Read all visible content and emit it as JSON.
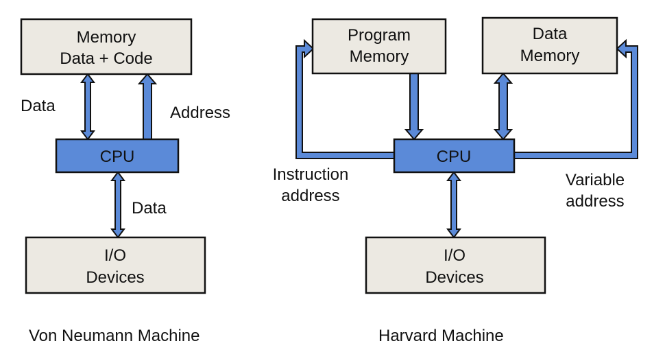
{
  "colors": {
    "memory_box_fill": "#ece9e2",
    "cpu_fill": "#5b8ad8",
    "arrow_fill": "#5b8ad8",
    "outline": "#111111",
    "text": "#111111"
  },
  "von_neumann": {
    "caption": "Von Neumann Machine",
    "memory": {
      "line1": "Memory",
      "line2": "Data + Code"
    },
    "cpu": {
      "label": "CPU"
    },
    "io": {
      "line1": "I/O",
      "line2": "Devices"
    },
    "labels": {
      "memory_data": "Data",
      "address": "Address",
      "io_data": "Data"
    },
    "connections": [
      {
        "from": "CPU",
        "to": "Memory",
        "kind": "bidirectional",
        "label": "Data"
      },
      {
        "from": "CPU",
        "to": "Memory",
        "kind": "unidirectional",
        "label": "Address"
      },
      {
        "from": "CPU",
        "to": "I/O Devices",
        "kind": "bidirectional",
        "label": "Data"
      }
    ]
  },
  "harvard": {
    "caption": "Harvard Machine",
    "program_memory": {
      "line1": "Program",
      "line2": "Memory"
    },
    "data_memory": {
      "line1": "Data",
      "line2": "Memory"
    },
    "cpu": {
      "label": "CPU"
    },
    "io": {
      "line1": "I/O",
      "line2": "Devices"
    },
    "labels": {
      "instruction_address_1": "Instruction",
      "instruction_address_2": "address",
      "variable_address_1": "Variable",
      "variable_address_2": "address"
    },
    "connections": [
      {
        "from": "Program Memory",
        "to": "CPU",
        "kind": "unidirectional"
      },
      {
        "from": "CPU",
        "to": "Program Memory",
        "kind": "unidirectional",
        "label": "Instruction address"
      },
      {
        "from": "CPU",
        "to": "Data Memory",
        "kind": "bidirectional"
      },
      {
        "from": "CPU",
        "to": "Data Memory",
        "kind": "unidirectional",
        "label": "Variable address"
      },
      {
        "from": "CPU",
        "to": "I/O Devices",
        "kind": "bidirectional"
      }
    ]
  }
}
